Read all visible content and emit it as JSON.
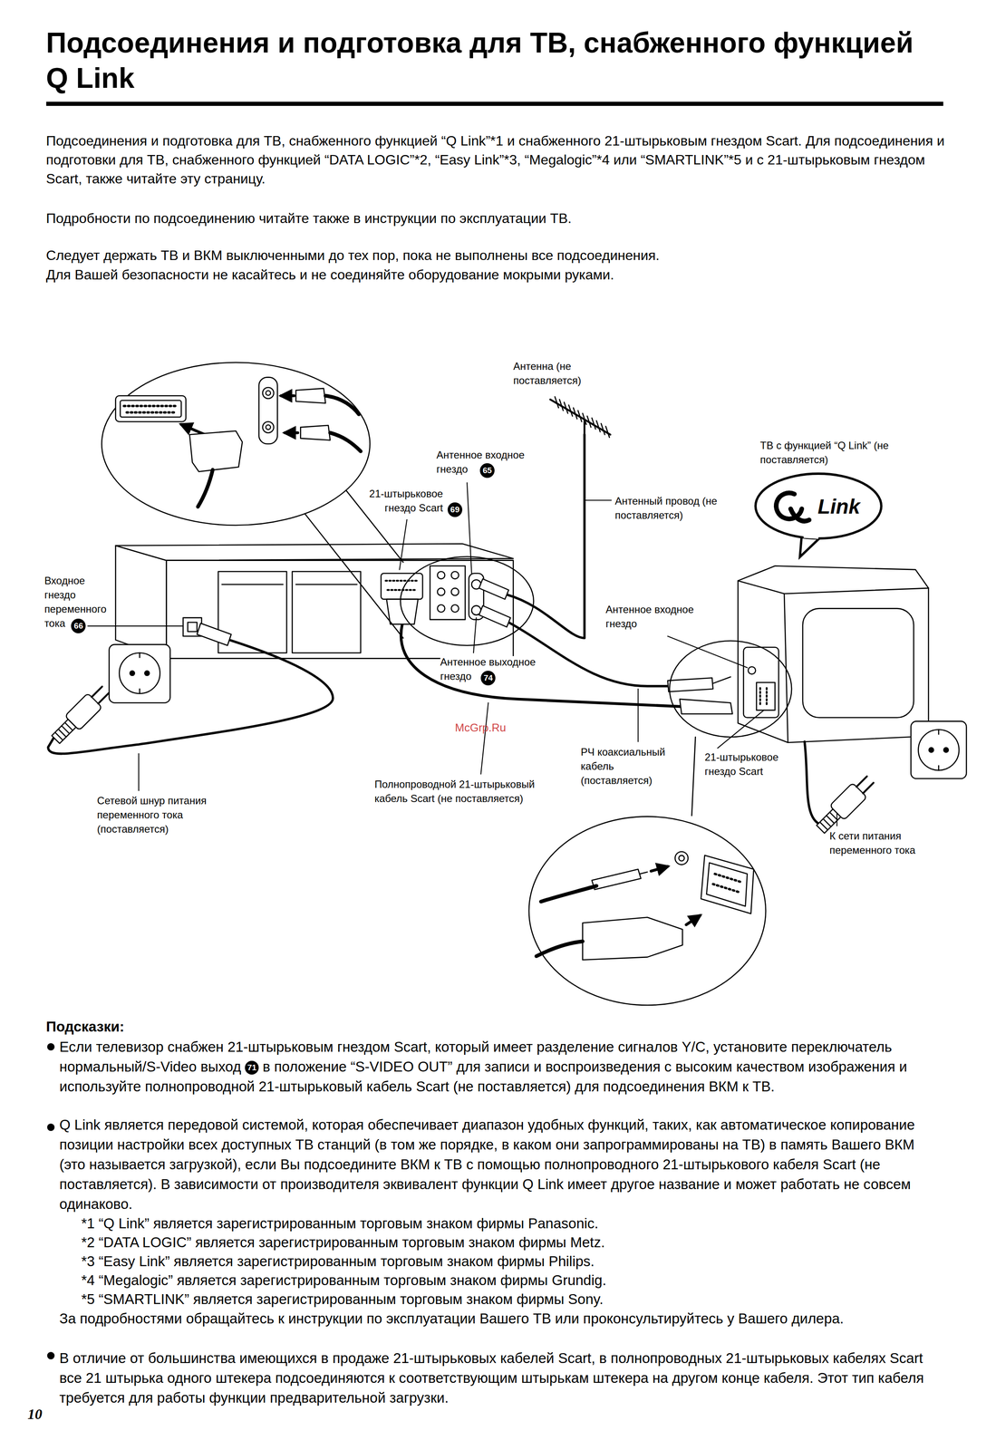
{
  "diagram": {
    "title": "Подсоединения и подготовка для ТВ, снабженного функцией Q Link",
    "nodes": [
      {
        "text": [
          "Link"
        ]
      }
    ],
    "labels": [
      "Подсоединения и подготовка для ТВ, снабженного функцией “Q Link”*1 и снабженного 21-штырьковым гнездом Scart. Для подсоединения и подготовки для ТВ, снабженного функцией “DATA LOGIC”*2, “Easy Link”*3, “Megalogic”*4 или “SMARTLINK”*5 и с 21-штырьковым гнездом Scart, также читайте эту страницу.",
      "Подробности по подсоединению читайте также в инструкции по эксплуатации ТВ.",
      "Следует держать ТВ и ВКМ выключенными до тех пор, пока не выполнены все подсоединения.",
      "Для Вашей безопасности не касайтесь и не соединяйте оборудование мокрыми руками.",
      "Антенна (не поставляется)",
      "Антенное входное гнездо",
      "65",
      "21-штырьковое гнездо Scart",
      "69",
      "Антенный провод (не поставляется)",
      "ТВ с функцией “Q Link” (не поставляется)",
      "Входное гнездо переменного тока",
      "66",
      "Антенное входное гнездо",
      "Антенное выходное гнездо",
      "74",
      "McGrp.Ru",
      "РЧ коаксиальный кабель (поставляется)",
      "21-штырьковое гнездо Scart",
      "Полнопроводной 21-штырьковый кабель Scart (не поставляется)",
      "Сетевой шнур питания переменного тока (поставляется)",
      "К сети питания переменного тока",
      "Подсказки:",
      "Если телевизор снабжен 21-штырьковым гнездом Scart, который имеет разделение сигналов Y/C, установите переключатель нормальный/S-Video выход",
      "71",
      "в положение “S-VIDEO OUT” для записи и воспроизведения с высоким качеством изображения и используйте полнопроводной 21-штырьковый кабель Scart (не поставляется) для подсоединения ВКМ к ТВ.",
      "Q Link является передовой системой, которая обеспечивает диапазон удобных функций, таких, как автоматическое копирование позиции настройки всех доступных ТВ станций (в том же порядке, в каком они запрограммированы на ТВ) в память Вашего ВКМ (это называется загрузкой), если Вы подсоедините ВКМ к ТВ с помощью полнопроводного 21-штырькового кабеля Scart (не поставляется). В зависимости от производителя эквивалент функции Q Link имеет другое название и может работать не совсем одинаково.",
      "*1 “Q Link” является зарегистрированным торговым знаком фирмы Panasonic.",
      "*2 “DATA LOGIC” является зарегистрированным торговым знаком фирмы Metz.",
      "*3 “Easy Link” является зарегистрированным торговым знаком фирмы Philips.",
      "*4 “Megalogic” является зарегистрированным торговым знаком фирмы Grundig.",
      "*5 “SMARTLINK” является зарегистрированным торговым знаком фирмы Sony.",
      "За подробностями обращайтесь к инструкции по эксплуатации Вашего ТВ или проконсультируйтесь у Вашего дилера.",
      "В отличие от большинства имеющихся в продаже 21-штырьковых кабелей Scart, в полнопроводных 21-штырьковых кабелях Scart все 21 штырька одного штекера подсоединяются к соответствующим штырькам штекера на другом конце кабеля. Этот тип кабеля требуется для работы функции предварительной загрузки.",
      "10"
    ]
  }
}
